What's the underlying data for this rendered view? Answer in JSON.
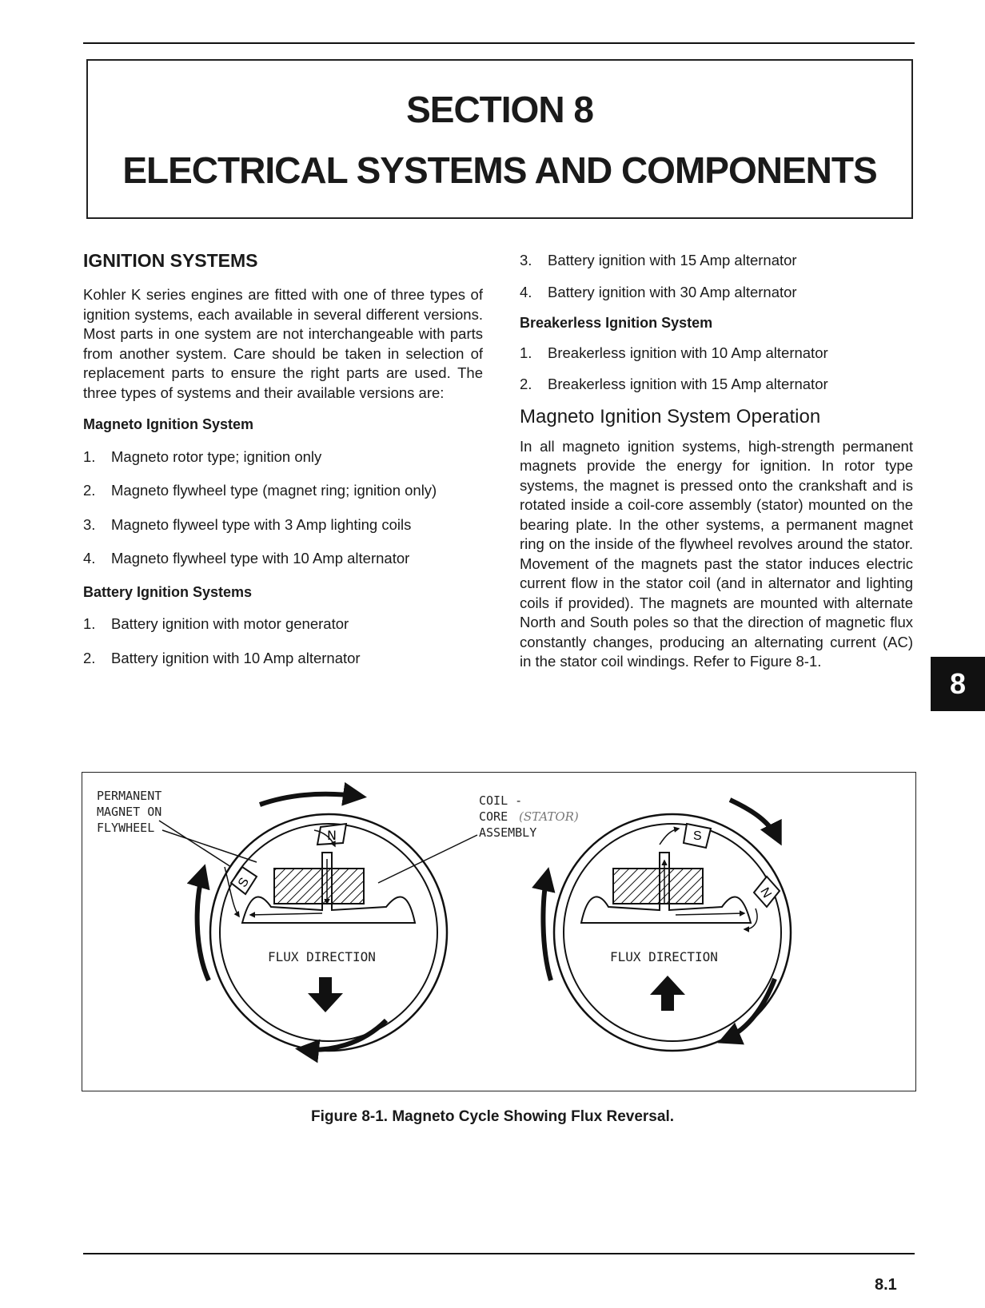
{
  "header": {
    "section": "SECTION 8",
    "title": "ELECTRICAL SYSTEMS AND COMPONENTS"
  },
  "left": {
    "heading": "IGNITION SYSTEMS",
    "intro": "Kohler K series engines are fitted with one of three types of ignition systems, each available in several different versions. Most parts in one system are not interchangeable with parts from another system. Care should be taken in selection of replacement parts to ensure the right parts are used. The three types of systems and their available versions are:",
    "magneto_heading": "Magneto Ignition System",
    "magneto_items": [
      {
        "n": "1.",
        "text": "Magneto rotor type; ignition only"
      },
      {
        "n": "2.",
        "text": "Magneto flywheel type (magnet ring; ignition only)"
      },
      {
        "n": "3.",
        "text": "Magneto flyweel type with 3 Amp lighting coils"
      },
      {
        "n": "4.",
        "text": "Magneto flywheel type with 10 Amp alternator"
      }
    ],
    "battery_heading": "Battery Ignition Systems",
    "battery_items": [
      {
        "n": "1.",
        "text": "Battery ignition with motor generator"
      },
      {
        "n": "2.",
        "text": "Battery ignition with 10 Amp alternator"
      }
    ]
  },
  "right": {
    "battery_items_cont": [
      {
        "n": "3.",
        "text": "Battery ignition with 15 Amp alternator"
      },
      {
        "n": "4.",
        "text": "Battery ignition with 30 Amp alternator"
      }
    ],
    "breakerless_heading": "Breakerless Ignition System",
    "breakerless_items": [
      {
        "n": "1.",
        "text": "Breakerless ignition with 10 Amp alternator"
      },
      {
        "n": "2.",
        "text": "Breakerless ignition with 15 Amp alternator"
      }
    ],
    "operation_heading": "Magneto Ignition System Operation",
    "operation_text": "In all magneto ignition systems, high-strength permanent magnets provide the energy for ignition. In rotor type systems, the magnet is pressed onto the crankshaft and is rotated inside a coil-core assembly (stator) mounted on the bearing plate. In the other systems, a permanent magnet ring on the inside of the flywheel revolves around the stator. Movement of the magnets past the stator induces electric current flow in the stator coil (and in alternator and lighting coils if provided). The magnets are mounted with alternate North and South poles so that the direction of magnetic flux constantly changes, producing an alternating current (AC) in the stator coil windings. Refer to Figure 8-1."
  },
  "tab": "8",
  "figure": {
    "label_magnet": [
      "PERMANENT",
      "MAGNET ON",
      "FLYWHEEL"
    ],
    "label_coil": [
      "COIL -",
      "CORE",
      "(STATOR)",
      "ASSEMBLY"
    ],
    "flux_left": "FLUX DIRECTION",
    "flux_right": "FLUX DIRECTION",
    "pole_n": "N",
    "pole_s": "S",
    "caption": "Figure 8-1. Magneto Cycle Showing Flux Reversal."
  },
  "page_number": "8.1"
}
